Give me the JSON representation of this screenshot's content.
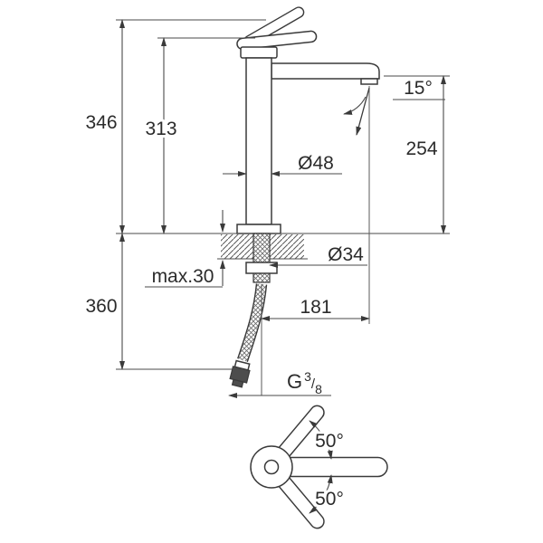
{
  "page": {
    "background": "#ffffff",
    "line_color": "#3a3a3a",
    "text_color": "#2b2b2b"
  },
  "drawing": {
    "title": "Single-lever basin mixer tap — dimensional technical drawing",
    "views": [
      "side-elevation-with-dimensions",
      "top-view-handle-swing"
    ],
    "labels": {
      "total_height": "346",
      "body_height": "313",
      "outlet_height": "254",
      "spray_angle": "15°",
      "body_diameter": "Ø48",
      "shank_diameter": "Ø34",
      "max_deck_thickness": "max.30",
      "hose_length": "360",
      "spout_reach": "181",
      "thread_prefix": "G",
      "thread_numerator": "3",
      "thread_separator": "/",
      "thread_denominator": "8",
      "handle_angle_up": "50°",
      "handle_angle_down": "50°"
    }
  }
}
